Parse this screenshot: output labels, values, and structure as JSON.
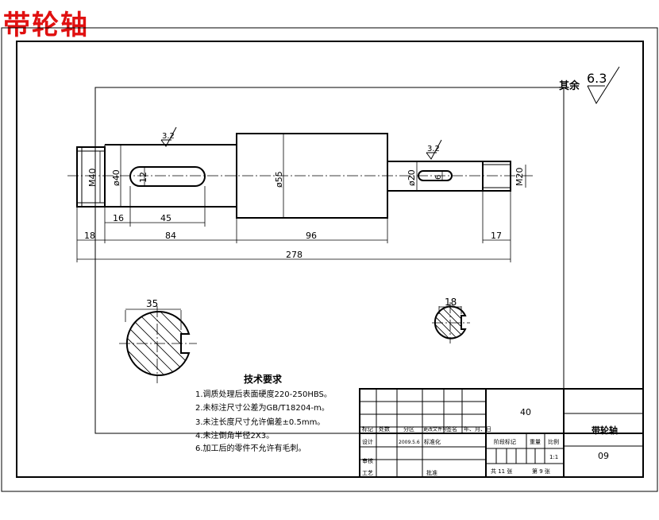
{
  "title": "带轮轴",
  "roughness": {
    "general_label": "其余",
    "general_value": "6.3",
    "local_1": "3.2",
    "local_2": "3.2"
  },
  "dimensions": {
    "d_m40": "M40",
    "d_40": "ø40",
    "key_w1": "12",
    "d_55": "ø55",
    "d_20": "ø20",
    "key_w2": "6",
    "d_m20": "M20",
    "l_16": "16",
    "l_45": "45",
    "l_18": "18",
    "l_84": "84",
    "l_96": "96",
    "l_17": "17",
    "l_278": "278",
    "sec1_width": "35",
    "sec2_width": "18"
  },
  "tech_requirements": {
    "heading": "技术要求",
    "items": [
      "1.调质处理后表面硬度220-250HBS。",
      "2.未标注尺寸公差为GB/T18204-m。",
      "3.未注长度尺寸允许偏差±0.5mm。",
      "4.未注倒角半径2X3。",
      "6.加工后的零件不允许有毛刺。"
    ]
  },
  "title_block": {
    "material": "40",
    "part_name": "带轮轴",
    "drawing_no": "09",
    "row_headers": [
      "标记",
      "处数",
      "分区",
      "更改文件号",
      "签名",
      "年、月、日"
    ],
    "design_label": "设计",
    "design_date": "2009.5.6",
    "standardize_label": "标准化",
    "stage_label": "阶段标记",
    "weight_label": "重量",
    "scale_label": "比例",
    "scale_value": "1:1",
    "review_label": "审核",
    "process_label": "工艺",
    "approve_label": "批准",
    "sheets_total": "共 11 张",
    "sheet_no": "第 9 张"
  }
}
